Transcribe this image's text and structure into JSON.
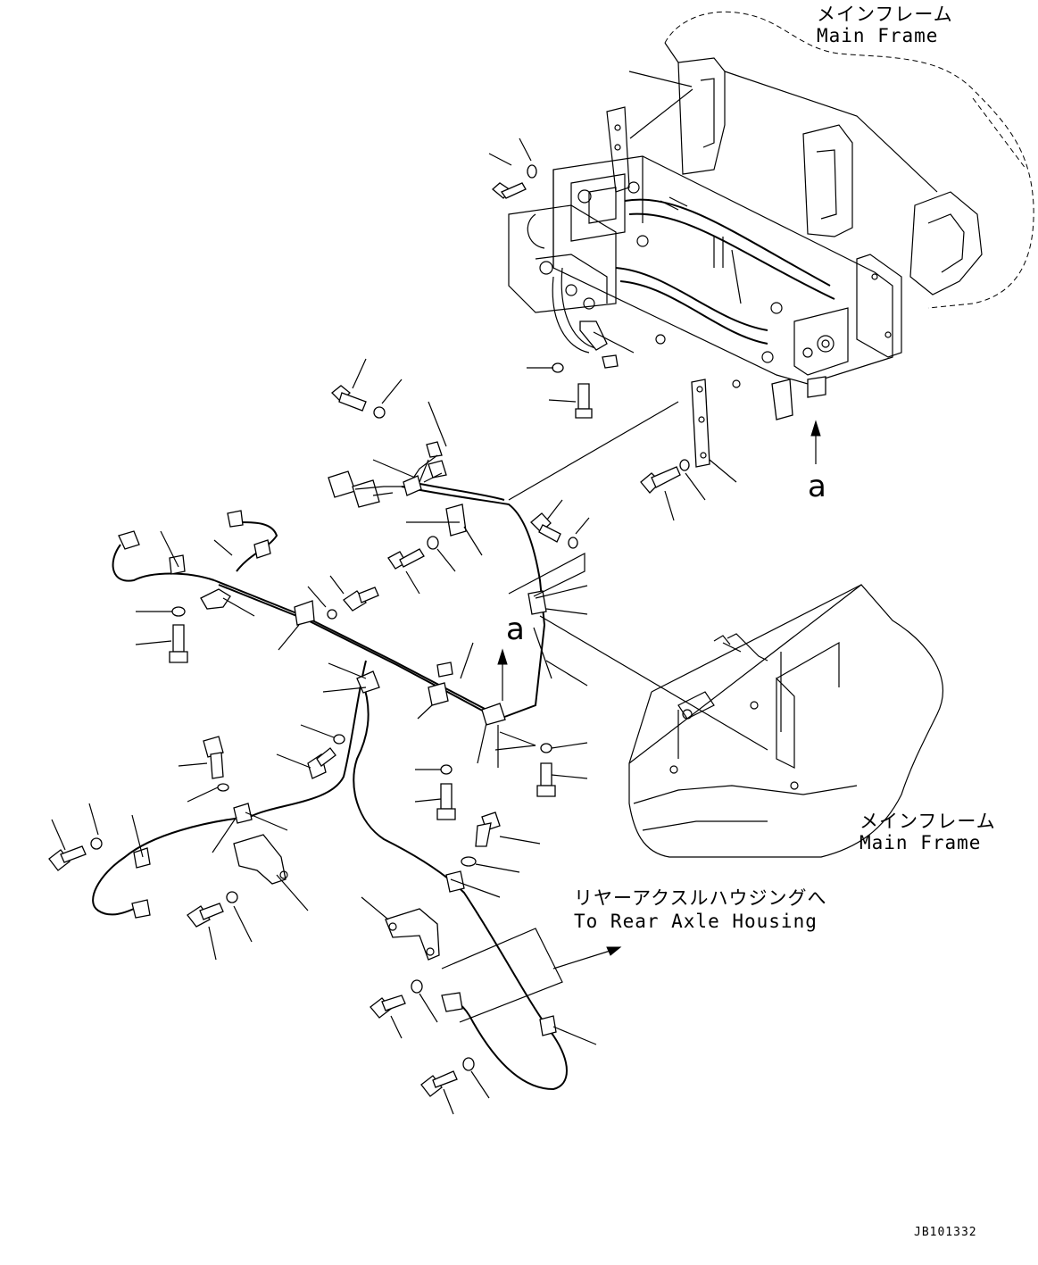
{
  "labels": {
    "main_frame_top_jp": "メインフレーム",
    "main_frame_top_en": "Main Frame",
    "main_frame_bottom_jp": "メインフレーム",
    "main_frame_bottom_en": "Main Frame",
    "rear_axle_jp": "リヤーアクスルハウジングへ",
    "rear_axle_en": "To Rear Axle Housing",
    "view_a_top": "a",
    "view_a_mid": "a",
    "drawing_code": "JB101332"
  }
}
